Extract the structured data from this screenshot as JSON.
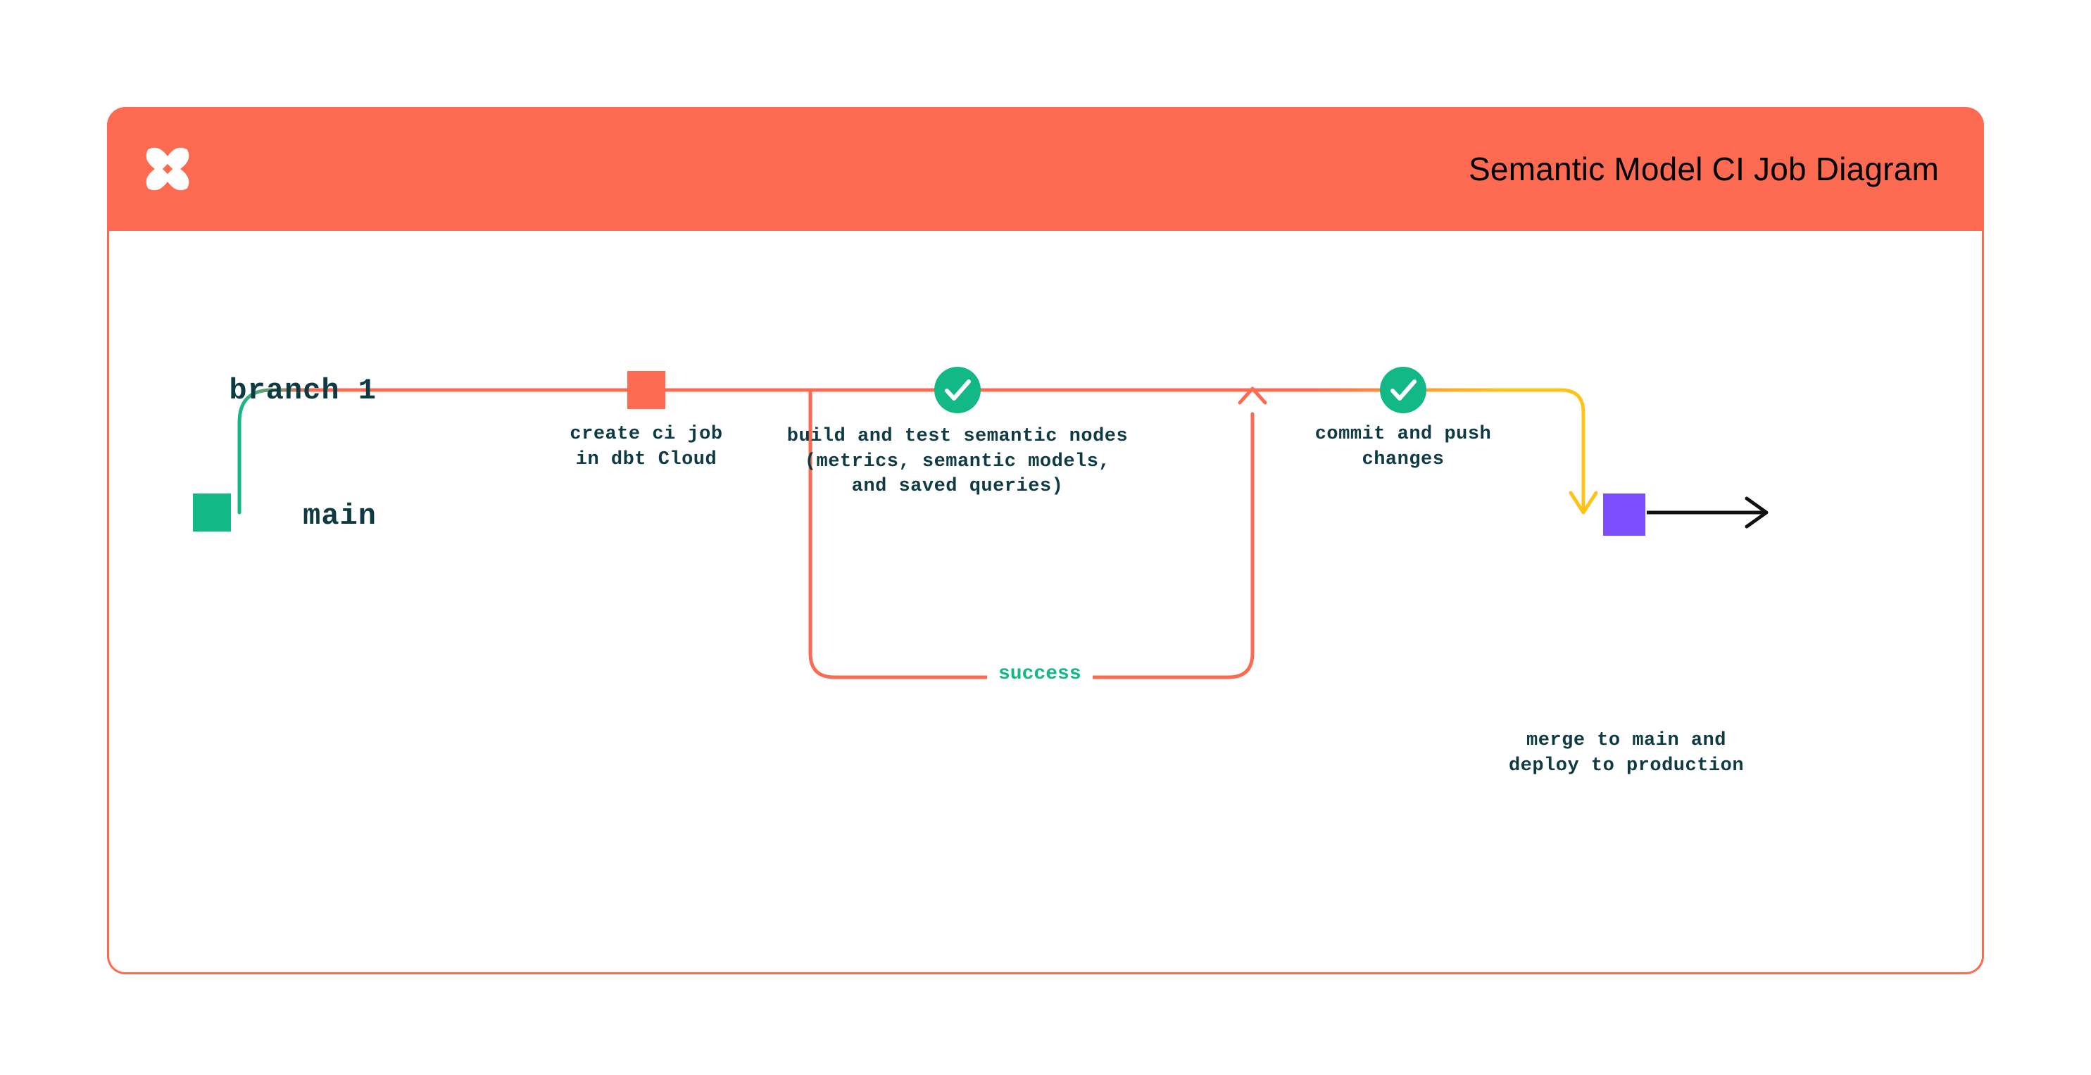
{
  "card": {
    "title": "Semantic Model CI Job Diagram",
    "logo_icon": "dbt-logo-icon",
    "header_color": "#FC6A51",
    "border_color": "#FC6A51",
    "background": "#FFFFFF"
  },
  "diagram": {
    "type": "git-branch-flow",
    "text_color": "#0E3A44",
    "branches": [
      {
        "id": "branch-1",
        "label": "branch 1",
        "line_color_start": "#12B886",
        "line_color_mid": "#FC6A51",
        "line_color_end": "#FCC419"
      },
      {
        "id": "main",
        "label": "main",
        "line_color_start": "#12B886",
        "line_color_end": "#FCC419"
      }
    ],
    "nodes": [
      {
        "id": "create-ci-job",
        "shape": "square",
        "color": "#FC6A51",
        "branch": "branch 1",
        "caption": "create ci job\nin dbt Cloud"
      },
      {
        "id": "build-and-test",
        "shape": "check-circle",
        "color": "#12B886",
        "branch": "branch 1",
        "caption": "build and test semantic nodes\n(metrics, semantic models,\nand saved queries)"
      },
      {
        "id": "commit-and-push",
        "shape": "check-circle",
        "color": "#12B886",
        "branch": "branch 1",
        "caption": "commit and push\nchanges"
      },
      {
        "id": "merge-to-main",
        "shape": "square",
        "color": "#7C4DFF",
        "branch": "main",
        "caption": "merge to main and\ndeploy to production"
      },
      {
        "id": "main-start",
        "shape": "square",
        "color": "#12B886",
        "branch": "main",
        "caption": ""
      }
    ],
    "loop": {
      "id": "success-loop",
      "label": "success",
      "label_color": "#12B886",
      "stroke_color": "#FC6A51"
    },
    "merge_arrow": {
      "id": "merge-arrow",
      "color": "#FCC419",
      "direction": "down"
    },
    "end_arrow": {
      "id": "main-continues-arrow",
      "color": "#111111",
      "direction": "right"
    }
  }
}
